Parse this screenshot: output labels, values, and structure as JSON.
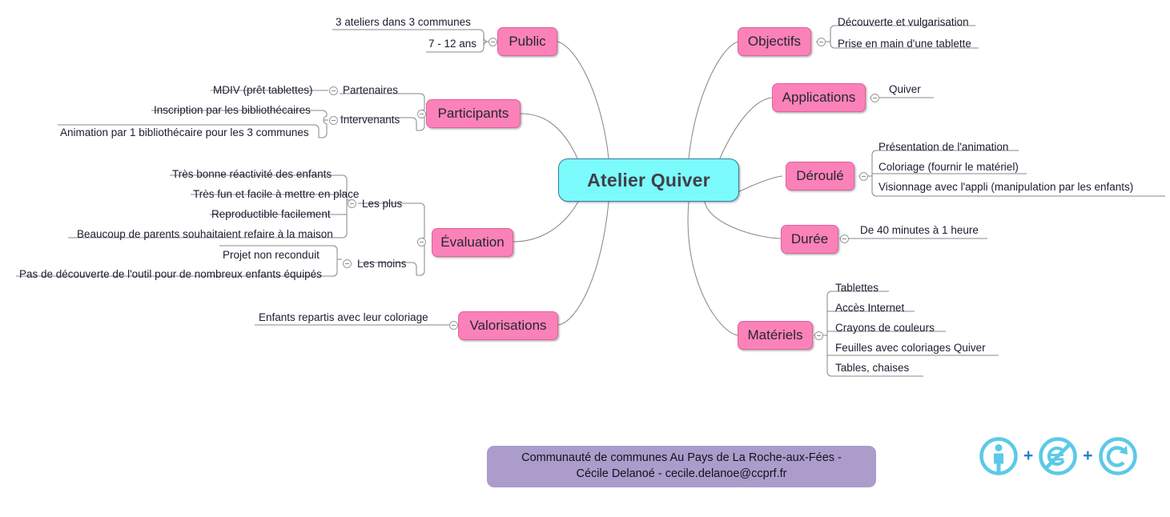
{
  "mindmap": {
    "center": {
      "label": "Atelier Quiver",
      "fill": "#7bfbfb",
      "border": "#3a7a9e"
    },
    "node_fill": "#fb82b8",
    "node_border": "#e0609a",
    "branches": [
      {
        "id": "public",
        "label": "Public",
        "side": "left",
        "children": [
          {
            "label": "3 ateliers dans 3 communes"
          },
          {
            "label": "7 - 12 ans"
          }
        ]
      },
      {
        "id": "participants",
        "label": "Participants",
        "side": "left",
        "children": [
          {
            "label": "Partenaires",
            "children": [
              {
                "label": "MDIV (prêt tablettes)"
              }
            ]
          },
          {
            "label": "Intervenants",
            "children": [
              {
                "label": "Inscription par les bibliothécaires"
              },
              {
                "label": "Animation par 1 bibliothécaire pour les 3 communes"
              }
            ]
          }
        ]
      },
      {
        "id": "evaluation",
        "label": "Évaluation",
        "side": "left",
        "children": [
          {
            "label": "Les plus",
            "children": [
              {
                "label": "Très bonne réactivité des enfants"
              },
              {
                "label": "Très fun et facile à mettre en place"
              },
              {
                "label": "Reproductible facilement"
              },
              {
                "label": "Beaucoup de parents souhaitaient refaire à la maison"
              }
            ]
          },
          {
            "label": "Les moins",
            "children": [
              {
                "label": "Projet non reconduit"
              },
              {
                "label": "Pas de découverte de l'outil pour de nombreux enfants équipés"
              }
            ]
          }
        ]
      },
      {
        "id": "valorisations",
        "label": "Valorisations",
        "side": "left",
        "children": [
          {
            "label": "Enfants repartis avec leur coloriage"
          }
        ]
      },
      {
        "id": "objectifs",
        "label": "Objectifs",
        "side": "right",
        "children": [
          {
            "label": "Découverte et vulgarisation"
          },
          {
            "label": "Prise en main d'une tablette"
          }
        ]
      },
      {
        "id": "applications",
        "label": "Applications",
        "side": "right",
        "children": [
          {
            "label": "Quiver"
          }
        ]
      },
      {
        "id": "deroule",
        "label": "Déroulé",
        "side": "right",
        "children": [
          {
            "label": "Présentation de l'animation"
          },
          {
            "label": "Coloriage (fournir le matériel)"
          },
          {
            "label": "Visionnage avec l'appli (manipulation par les enfants)"
          }
        ]
      },
      {
        "id": "duree",
        "label": "Durée",
        "side": "right",
        "children": [
          {
            "label": "De 40 minutes à 1 heure"
          }
        ]
      },
      {
        "id": "materiels",
        "label": "Matériels",
        "side": "right",
        "children": [
          {
            "label": "Tablettes"
          },
          {
            "label": "Accès Internet"
          },
          {
            "label": "Crayons de couleurs"
          },
          {
            "label": "Feuilles avec coloriages Quiver"
          },
          {
            "label": "Tables, chaises"
          }
        ]
      }
    ]
  },
  "footer": {
    "line1": "Communauté de communes Au Pays de La Roche-aux-Fées -",
    "line2": "Cécile Delanoé - cecile.delanoe@ccprf.fr",
    "box_color": "#ab9ccb"
  },
  "license": {
    "icons": [
      {
        "name": "cc-by-icon",
        "title": "Attribution"
      },
      {
        "name": "cc-nc-icon",
        "title": "Non Commercial"
      },
      {
        "name": "cc-sa-icon",
        "title": "Share Alike"
      }
    ],
    "separator": "+",
    "icon_color": "#5cc9e8",
    "separator_color": "#2a7fd2"
  }
}
